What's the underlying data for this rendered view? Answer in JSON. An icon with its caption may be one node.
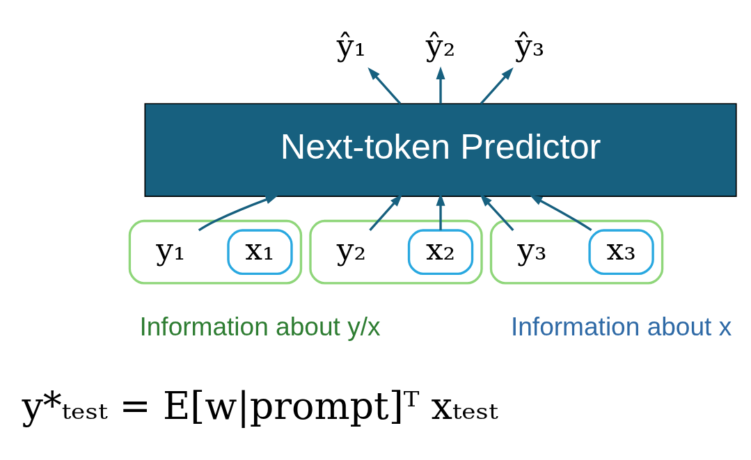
{
  "diagram": {
    "nodes": [
      {
        "text": [
          "Next-token Predictor"
        ]
      },
      {
        "text": [
          "ŷ₁"
        ]
      },
      {
        "text": [
          "ŷ₂"
        ]
      },
      {
        "text": [
          "ŷ₃"
        ]
      },
      {
        "text": [],
        "shape": "box"
      },
      {
        "text": [
          "x₁"
        ],
        "in": 4
      },
      {
        "text": [
          "y₁"
        ],
        "in": 4
      },
      {
        "text": [],
        "shape": "box"
      },
      {
        "text": [
          "x₂"
        ],
        "in": 7
      },
      {
        "text": [
          "y₂"
        ],
        "in": 7
      },
      {
        "text": [],
        "shape": "box"
      },
      {
        "text": [
          "x₃"
        ],
        "in": 10
      },
      {
        "text": [
          "y₃"
        ],
        "in": 10
      }
    ],
    "edges": [
      {
        "from": 0,
        "to": 1,
        "arrow": "to"
      },
      {
        "from": 0,
        "to": 2,
        "arrow": "to"
      },
      {
        "from": 0,
        "to": 3,
        "arrow": "to"
      },
      {
        "from": 6,
        "to": 0,
        "arrow": "to"
      },
      {
        "from": 8,
        "to": 0,
        "arrow": "to"
      },
      {
        "from": 9,
        "to": 0,
        "arrow": "to"
      },
      {
        "from": 11,
        "to": 0,
        "arrow": "to"
      },
      {
        "from": 12,
        "to": 0,
        "arrow": "to"
      }
    ],
    "labels": [
      "Information about y/x",
      "Information about x",
      "y*ₜₑₛₜ = E[w|prompt]ᵀ xₜₑₛₜ"
    ]
  }
}
